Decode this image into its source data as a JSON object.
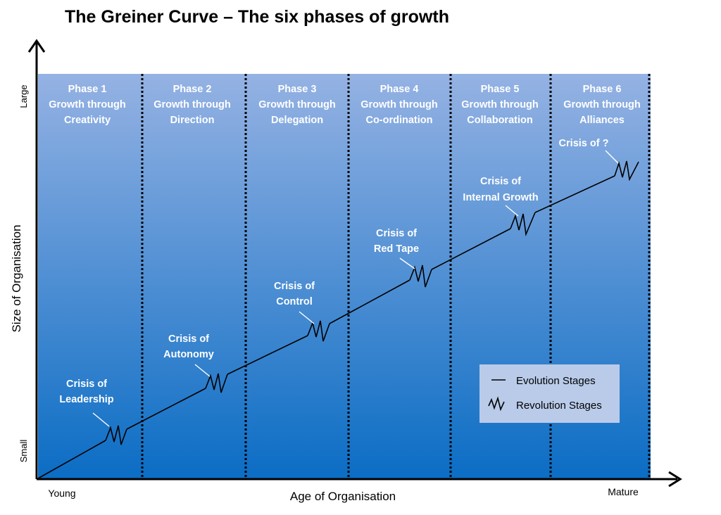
{
  "title": "The Greiner Curve – The six phases of growth",
  "axes": {
    "y_label": "Size of Organisation",
    "y_low": "Small",
    "y_high": "Large",
    "x_label": "Age of Organisation",
    "x_low": "Young",
    "x_high": "Mature"
  },
  "phases": [
    {
      "name": "Phase 1",
      "line1": "Growth through",
      "line2": "Creativity"
    },
    {
      "name": "Phase 2",
      "line1": "Growth through",
      "line2": "Direction"
    },
    {
      "name": "Phase 3",
      "line1": "Growth through",
      "line2": "Delegation"
    },
    {
      "name": "Phase 4",
      "line1": "Growth through",
      "line2": "Co-ordination"
    },
    {
      "name": "Phase 5",
      "line1": "Growth through",
      "line2": "Collaboration"
    },
    {
      "name": "Phase 6",
      "line1": "Growth through",
      "line2": "Alliances"
    }
  ],
  "crises": [
    {
      "line1": "Crisis of",
      "line2": "Leadership"
    },
    {
      "line1": "Crisis of",
      "line2": "Autonomy"
    },
    {
      "line1": "Crisis of",
      "line2": "Control"
    },
    {
      "line1": "Crisis of",
      "line2": "Red Tape"
    },
    {
      "line1": "Crisis of",
      "line2": "Internal Growth"
    },
    {
      "line1": "Crisis of ?",
      "line2": ""
    }
  ],
  "legend": {
    "evolution": "Evolution Stages",
    "revolution": "Revolution Stages"
  },
  "colors": {
    "band_top": "#95b2e3",
    "band_bottom": "#0b6dc4",
    "legend_bg": "#b9cbe9",
    "line": "#000000",
    "label_text": "#ffffff"
  }
}
